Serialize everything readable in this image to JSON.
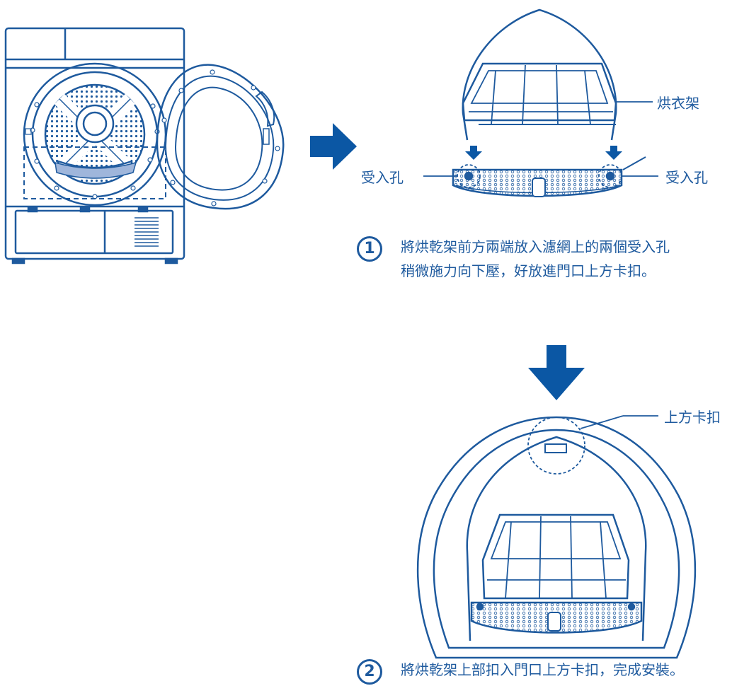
{
  "labels": {
    "rack": "烘衣架",
    "hole_left": "受入孔",
    "hole_right": "受入孔",
    "top_clip": "上方卡扣"
  },
  "steps": [
    {
      "number": "1",
      "line1": "將烘乾架前方兩端放入濾網上的兩個受入孔",
      "line2": "稍微施力向下壓，好放進門口上方卡扣。"
    },
    {
      "number": "2",
      "line1": "將烘乾架上部扣入門口上方卡扣，完成安裝。"
    }
  ],
  "colors": {
    "line": "#1e5a9e",
    "arrow": "#0b57a4",
    "filter": "#9fb6db"
  },
  "icons": [
    "arrow-right-icon",
    "arrow-down-icon"
  ]
}
